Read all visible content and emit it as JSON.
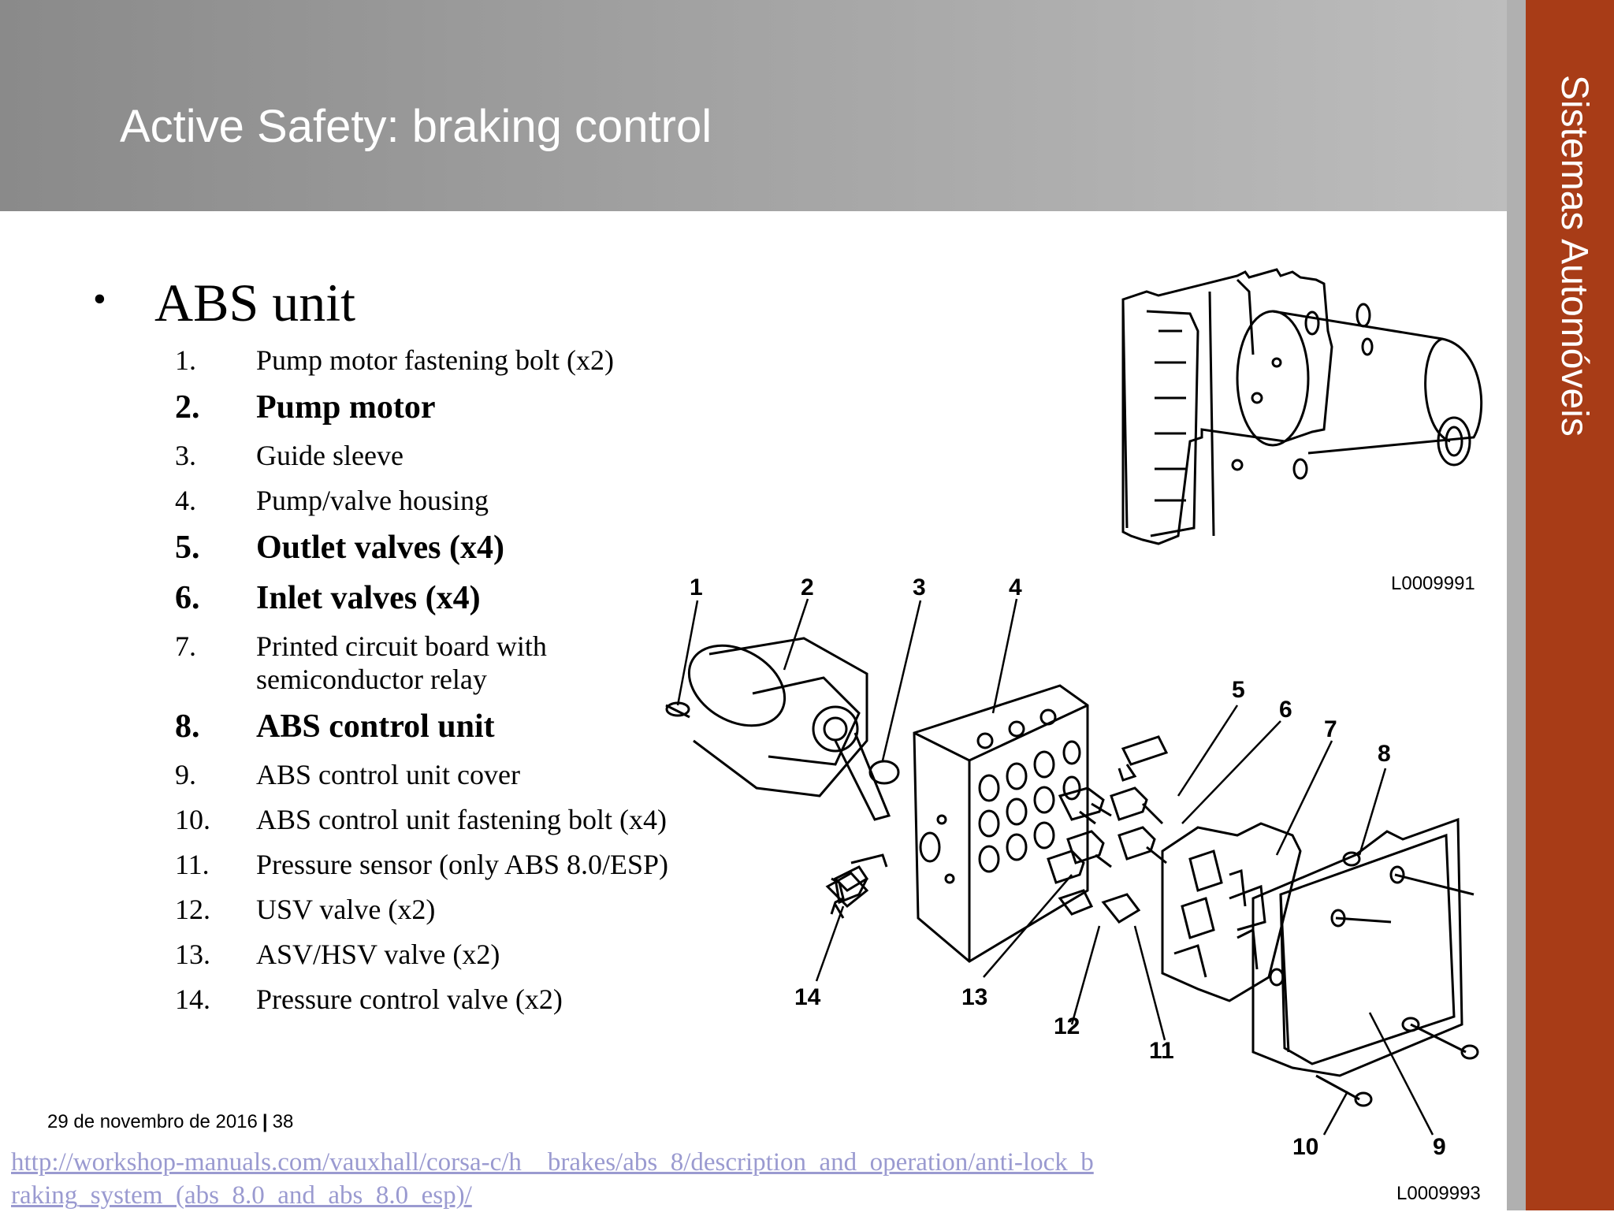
{
  "header": {
    "title": "Active Safety: braking control"
  },
  "sidebar": {
    "title": "Sistemas Automóveis"
  },
  "content": {
    "bullet": "•",
    "heading": "ABS unit",
    "items": [
      {
        "num": "1.",
        "text": "Pump motor fastening bolt (x2)",
        "bold": false
      },
      {
        "num": "2.",
        "text": "Pump motor",
        "bold": true
      },
      {
        "num": "3.",
        "text": "Guide sleeve",
        "bold": false
      },
      {
        "num": "4.",
        "text": "Pump/valve housing",
        "bold": false
      },
      {
        "num": "5.",
        "text": "Outlet valves (x4)",
        "bold": true
      },
      {
        "num": "6.",
        "text": "Inlet valves (x4)",
        "bold": true
      },
      {
        "num": "7.",
        "text": "Printed circuit board with semiconductor relay",
        "bold": false
      },
      {
        "num": "8.",
        "text": "ABS control unit",
        "bold": true
      },
      {
        "num": "9.",
        "text": "ABS control unit cover",
        "bold": false
      },
      {
        "num": "10.",
        "text": "ABS control unit fastening bolt (x4)",
        "bold": false
      },
      {
        "num": "11.",
        "text": "Pressure sensor (only ABS 8.0/ESP)",
        "bold": false
      },
      {
        "num": "12.",
        "text": "USV valve (x2)",
        "bold": false
      },
      {
        "num": "13.",
        "text": "ASV/HSV valve (x2)",
        "bold": false
      },
      {
        "num": "14.",
        "text": "Pressure control valve (x2)",
        "bold": false
      }
    ]
  },
  "diagram": {
    "labels": [
      "1",
      "2",
      "3",
      "4",
      "5",
      "6",
      "7",
      "8",
      "9",
      "10",
      "11",
      "12",
      "13",
      "14"
    ],
    "ref_top": "L0009991",
    "ref_bottom": "L0009993"
  },
  "footer": {
    "date": "29 de novembro de 2016",
    "separator": "|",
    "page": "38",
    "url": "http://workshop-manuals.com/vauxhall/corsa-c/h__brakes/abs_8/description_and_operation/anti-lock_braking_system_(abs_8.0_and_abs_8.0_esp)/"
  }
}
